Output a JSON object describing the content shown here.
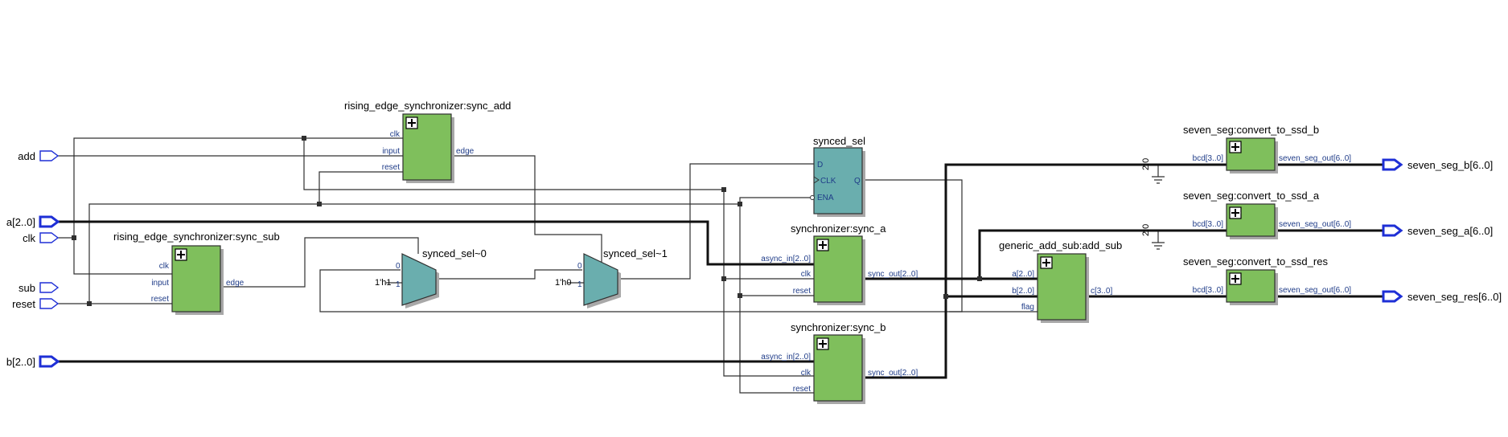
{
  "ports": {
    "add": "add",
    "a": "a[2..0]",
    "clk": "clk",
    "sub": "sub",
    "reset": "reset",
    "b": "b[2..0]",
    "seven_seg_b": "seven_seg_b[6..0]",
    "seven_seg_a": "seven_seg_a[6..0]",
    "seven_seg_res": "seven_seg_res[6..0]"
  },
  "blocks": {
    "sync_add": {
      "title": "rising_edge_synchronizer:sync_add",
      "clk": "clk",
      "input": "input",
      "reset": "reset",
      "edge": "edge"
    },
    "sync_sub": {
      "title": "rising_edge_synchronizer:sync_sub",
      "clk": "clk",
      "input": "input",
      "reset": "reset",
      "edge": "edge"
    },
    "synced_sel": {
      "title": "synced_sel",
      "d": "D",
      "clk": "CLK",
      "ena": "ENA",
      "q": "Q"
    },
    "mux0": {
      "title": "synced_sel~0",
      "in0": "0",
      "in1": "1",
      "const": "1'h1"
    },
    "mux1": {
      "title": "synced_sel~1",
      "in0": "0",
      "in1": "1",
      "const": "1'h0"
    },
    "sync_a": {
      "title": "synchronizer:sync_a",
      "async_in": "async_in[2..0]",
      "clk": "clk",
      "reset": "reset",
      "sync_out": "sync_out[2..0]"
    },
    "sync_b": {
      "title": "synchronizer:sync_b",
      "async_in": "async_in[2..0]",
      "clk": "clk",
      "reset": "reset",
      "sync_out": "sync_out[2..0]"
    },
    "add_sub": {
      "title": "generic_add_sub:add_sub",
      "a": "a[2..0]",
      "b": "b[2..0]",
      "flag": "flag",
      "c": "c[3..0]"
    },
    "ssd_b": {
      "title": "seven_seg:convert_to_ssd_b",
      "bcd": "bcd[3..0]",
      "out": "seven_seg_out[6..0]"
    },
    "ssd_a": {
      "title": "seven_seg:convert_to_ssd_a",
      "bcd": "bcd[3..0]",
      "out": "seven_seg_out[6..0]"
    },
    "ssd_res": {
      "title": "seven_seg:convert_to_ssd_res",
      "bcd": "bcd[3..0]",
      "out": "seven_seg_out[6..0]"
    }
  },
  "gnd_labels": {
    "b": "2:0",
    "a": "2:0"
  }
}
